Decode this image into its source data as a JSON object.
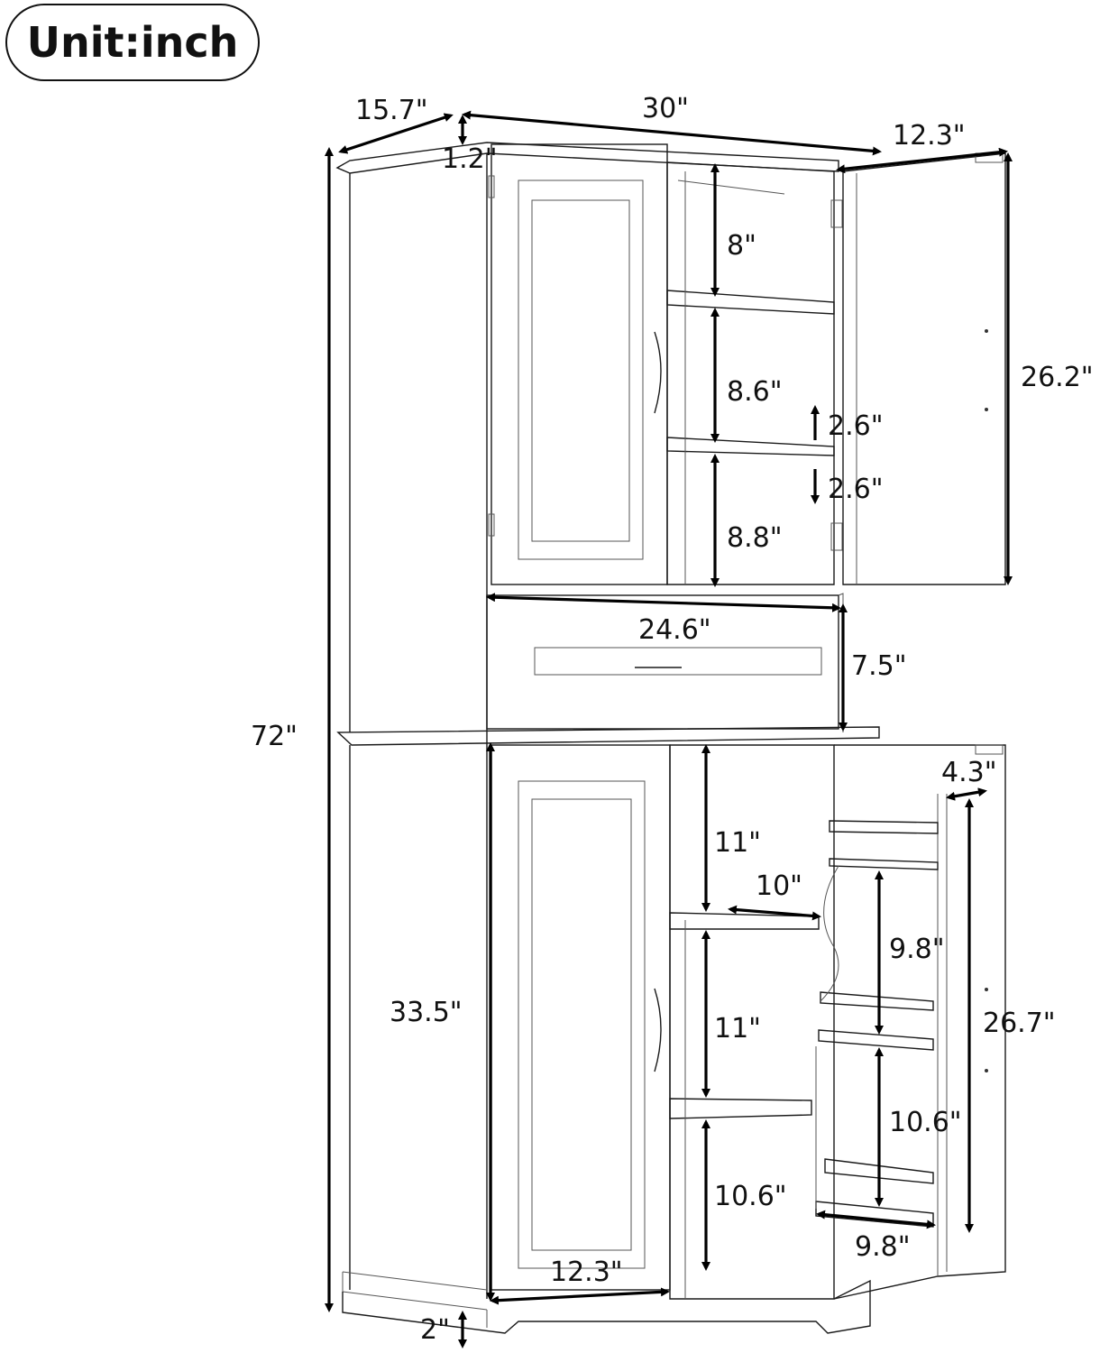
{
  "unit_label": "Unit:inch",
  "dimensions": {
    "depth": "15.7\"",
    "top_width": "30\"",
    "top_trim": "1.2\"",
    "door_depth_top": "12.3\"",
    "shelf_upper_1": "8\"",
    "shelf_upper_2": "8.6\"",
    "shelf_upper_3": "8.8\"",
    "shelf_adjust_up": "2.6\"",
    "shelf_adjust_down": "2.6\"",
    "upper_door_height": "26.2\"",
    "drawer_width": "24.6\"",
    "drawer_height": "7.5\"",
    "total_height": "72\"",
    "lower_cabinet_height": "33.5\"",
    "shelf_lower_1": "11\"",
    "shelf_lower_2": "11\"",
    "shelf_lower_3": "10.6\"",
    "lower_shelf_depth": "10\"",
    "rack_depth": "4.3\"",
    "rack_spacing_1": "9.8\"",
    "rack_spacing_2": "10.6\"",
    "rack_width": "9.8\"",
    "lower_door_height": "26.7\"",
    "lower_door_width": "12.3\"",
    "base_height": "2\""
  }
}
